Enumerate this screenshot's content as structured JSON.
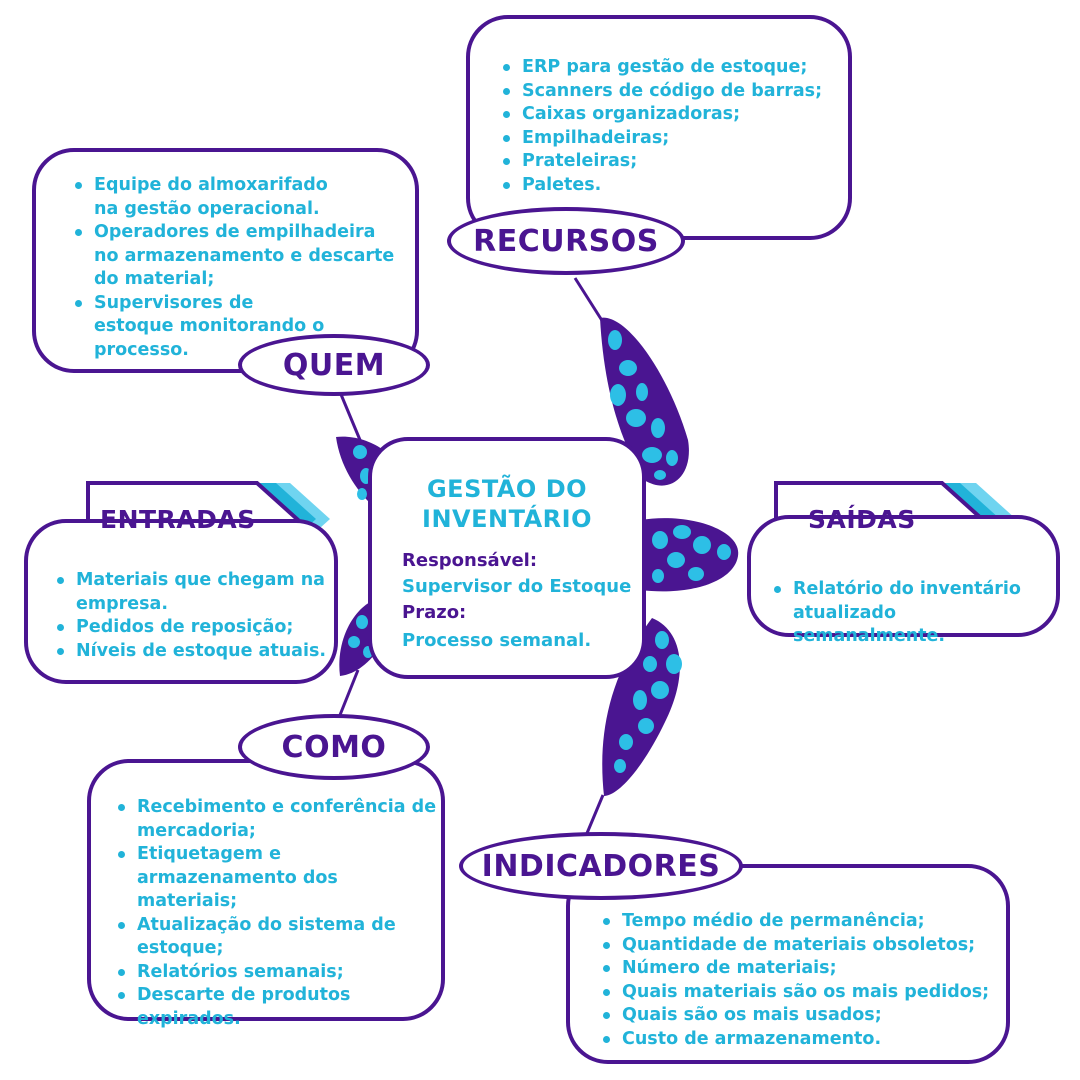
{
  "colors": {
    "purple": "#4a1591",
    "cyan": "#21b3d9",
    "cyan_light": "#6fd4f0",
    "background": "#ffffff"
  },
  "center": {
    "title_line1": "GESTÃO DO",
    "title_line2": "INVENTÁRIO",
    "responsavel_label": "Responsável:",
    "responsavel_value": "Supervisor do Estoque",
    "prazo_label": "Prazo:",
    "prazo_value": "Processo semanal."
  },
  "recursos": {
    "label": "RECURSOS",
    "items": [
      "ERP para gestão de estoque;",
      "Scanners de código de barras;",
      "Caixas organizadoras;",
      "Empilhadeiras;",
      "Prateleiras;",
      "Paletes."
    ]
  },
  "quem": {
    "label": "QUEM",
    "items": [
      "Equipe do almoxarifado na gestão operacional.",
      "Operadores de empilhadeira no armazenamento e descarte do material;",
      "Supervisores de estoque monitorando o processo."
    ]
  },
  "entradas": {
    "label": "ENTRADAS",
    "items": [
      "Materiais que chegam na empresa.",
      "Pedidos de reposição;",
      "Níveis de estoque atuais."
    ]
  },
  "saidas": {
    "label": "SAÍDAS",
    "items": [
      "Relatório do inventário atualizado semanalmente."
    ]
  },
  "como": {
    "label": "COMO",
    "items": [
      "Recebimento e conferência de mercadoria;",
      "Etiquetagem e armazenamento dos materiais;",
      "Atualização do sistema de estoque;",
      "Relatórios semanais;",
      "Descarte de produtos expirados."
    ]
  },
  "indicadores": {
    "label": "INDICADORES",
    "items": [
      "Tempo médio de permanência;",
      "Quantidade de materiais obsoletos;",
      "Número de materiais;",
      "Quais materiais são os mais pedidos;",
      "Quais são os mais usados;",
      "Custo de armazenamento."
    ]
  }
}
